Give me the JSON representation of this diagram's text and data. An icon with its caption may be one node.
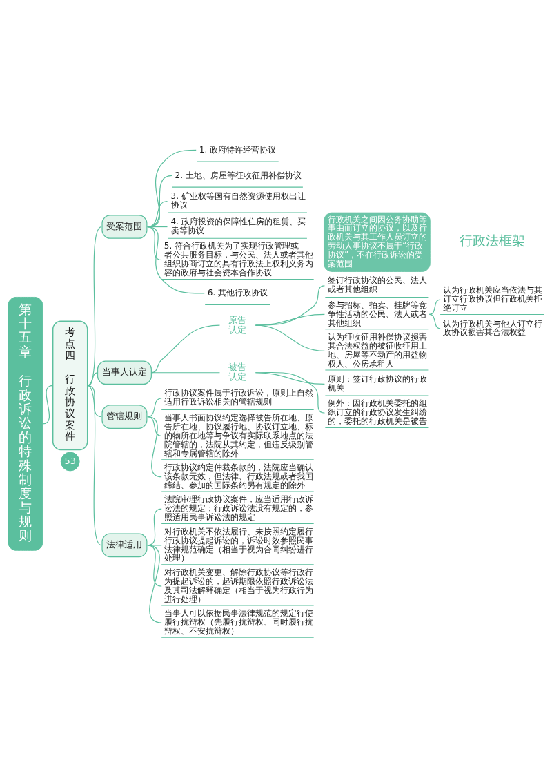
{
  "diagram": {
    "nodes": [
      {
        "text": [
          "第十五章",
          "行政诉讼的特殊制度与规则"
        ]
      },
      {
        "text": [
          "考点四",
          "行政协议案件"
        ]
      },
      {
        "text": [
          "受案范围"
        ]
      },
      {
        "text": [
          "1. 政府特许经营协议"
        ]
      },
      {
        "text": [
          "2. 土地、房屋等征收征用补偿协议"
        ]
      },
      {
        "text": [
          "3. 矿业权等国有自然资源使用权出让协议"
        ]
      },
      {
        "text": [
          "4. 政府投资的保障性住房的租赁、买卖等协议"
        ]
      },
      {
        "text": [
          "5. 符合行政机关为了实现行政管理或者公共服务目标，与公民、法人或者其他组织协商订立的具有行政法上权利义务内容的政府与社会资本合作协议"
        ]
      },
      {
        "text": [
          "6. 其他行政协议"
        ]
      },
      {
        "text": [
          "行政机关之间因公务协助等事由而订立的协议，以及行政机关与其工作人员订立的劳动人事协议不属于“行政协议”，不在行政诉讼的受案范围"
        ]
      },
      {
        "text": [
          "当事人认定"
        ]
      },
      {
        "text": [
          "原告认定"
        ]
      },
      {
        "text": [
          "签订行政协议的公民、法人或者其他组织"
        ]
      },
      {
        "text": [
          "参与招标、拍卖、挂牌等竞争性活动的公民、法人或者其他组织"
        ]
      },
      {
        "text": [
          "认为行政机关应当依法与其订立行政协议但行政机关拒绝订立"
        ]
      },
      {
        "text": [
          "认为行政机关与他人订立行政协议损害其合法权益"
        ]
      },
      {
        "text": [
          "认为征收征用补偿协议损害其合法权益的被征收征用土地、房屋等不动产的用益物权人、公房承租人"
        ]
      },
      {
        "text": [
          "被告认定"
        ]
      },
      {
        "text": [
          "原则：签订行政协议的行政机关"
        ]
      },
      {
        "text": [
          "例外：因行政机关委托的组织订立的行政协议发生纠纷的，委托的行政机关是被告"
        ]
      },
      {
        "text": [
          "管辖规则"
        ]
      },
      {
        "text": [
          "行政协议案件属于行政诉讼，原则上自然适用行政诉讼相关的管辖规则"
        ]
      },
      {
        "text": [
          "当事人书面协议约定选择被告所在地、原告所在地、协议履行地、协议订立地、标的物所在地等与争议有实际联系地点的法院管辖的，法院从其约定，但违反级别管辖和专属管辖的除外"
        ]
      },
      {
        "text": [
          "行政协议约定仲裁条款的，法院应当确认该条款无效，但法律、行政法规或者我国缔结、参加的国际条约另有规定的除外"
        ]
      },
      {
        "text": [
          "法律适用"
        ]
      },
      {
        "text": [
          "法院审理行政协议案件，应当适用行政诉讼法的规定；行政诉讼法没有规定的，参照适用民事诉讼法的规定"
        ]
      },
      {
        "text": [
          "对行政机关不依法履行、未按照约定履行行政协议提起诉讼的，诉讼时效参照民事法律规范确定（相当于视为合同纠纷进行处理）"
        ]
      },
      {
        "text": [
          "对行政机关变更、解除行政协议等行政行为提起诉讼的，起诉期限依照行政诉讼法及其司法解释确定（相当于视为行政行为进行处理）"
        ]
      },
      {
        "text": [
          "当事人可以依据民事法律规范的规定行使履行抗辩权（先履行抗辩权、同时履行抗辩权、不安抗辩权）"
        ]
      }
    ],
    "edges": [
      {
        "from": 0,
        "to": 1,
        "arrow": "none"
      },
      {
        "from": 1,
        "to": 2,
        "arrow": "none"
      },
      {
        "from": 2,
        "to": 3,
        "arrow": "none"
      },
      {
        "from": 2,
        "to": 4,
        "arrow": "none"
      },
      {
        "from": 2,
        "to": 5,
        "arrow": "none"
      },
      {
        "from": 2,
        "to": 6,
        "arrow": "none"
      },
      {
        "from": 2,
        "to": 7,
        "arrow": "none"
      },
      {
        "from": 2,
        "to": 8,
        "arrow": "none"
      },
      {
        "from": 1,
        "to": 10,
        "arrow": "none"
      },
      {
        "from": 10,
        "to": 11,
        "arrow": "none"
      },
      {
        "from": 11,
        "to": 12,
        "arrow": "none"
      },
      {
        "from": 11,
        "to": 13,
        "arrow": "none"
      },
      {
        "from": 13,
        "to": 14,
        "arrow": "none"
      },
      {
        "from": 13,
        "to": 15,
        "arrow": "none"
      },
      {
        "from": 11,
        "to": 16,
        "arrow": "none"
      },
      {
        "from": 10,
        "to": 17,
        "arrow": "none"
      },
      {
        "from": 17,
        "to": 18,
        "arrow": "none"
      },
      {
        "from": 17,
        "to": 19,
        "arrow": "none"
      },
      {
        "from": 1,
        "to": 20,
        "arrow": "none"
      },
      {
        "from": 20,
        "to": 21,
        "arrow": "none"
      },
      {
        "from": 20,
        "to": 22,
        "arrow": "none"
      },
      {
        "from": 20,
        "to": 23,
        "arrow": "none"
      },
      {
        "from": 1,
        "to": 24,
        "arrow": "none"
      },
      {
        "from": 24,
        "to": 25,
        "arrow": "none"
      },
      {
        "from": 24,
        "to": 26,
        "arrow": "none"
      },
      {
        "from": 24,
        "to": 27,
        "arrow": "none"
      },
      {
        "from": 24,
        "to": 28,
        "arrow": "none"
      }
    ],
    "labels": [
      "行政法框架",
      "53"
    ]
  }
}
